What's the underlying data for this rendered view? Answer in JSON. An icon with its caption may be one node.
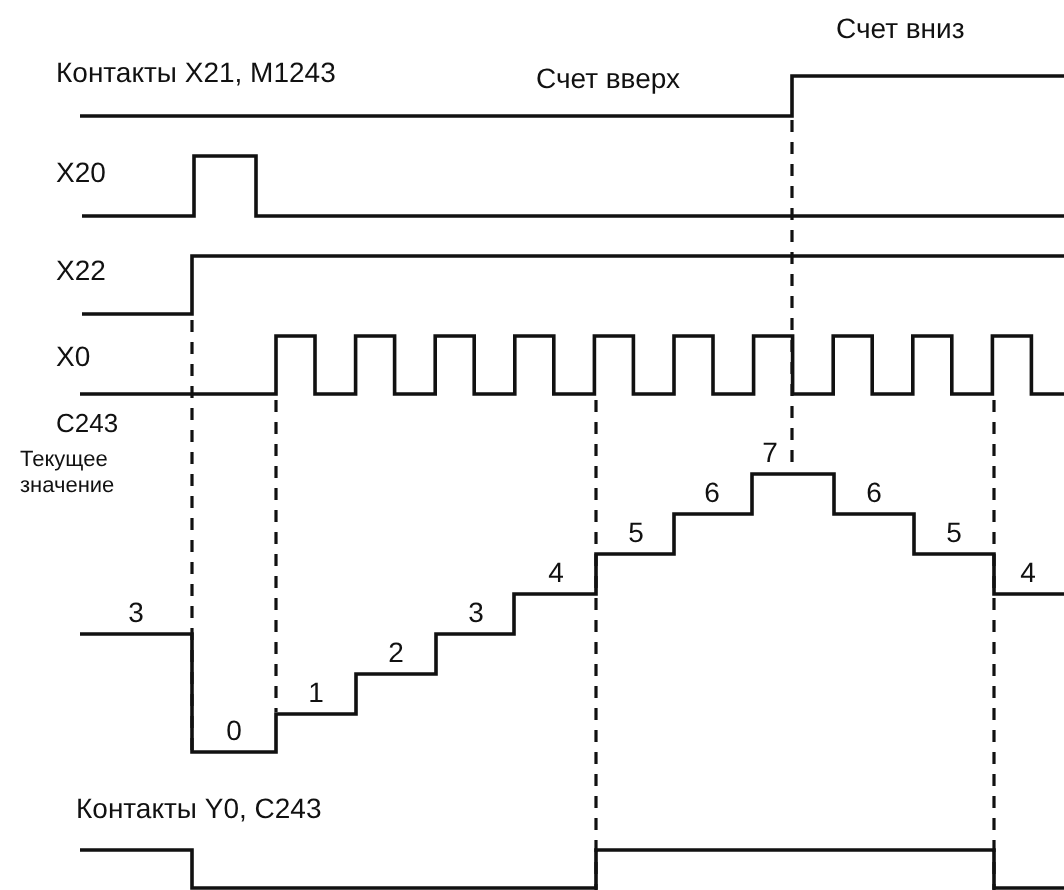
{
  "diagram": {
    "labels": [
      "Счет вниз",
      "Контакты X21, M1243",
      "Счет вверх",
      "X20",
      "X22",
      "X0",
      "C243",
      "Текущее значение",
      "3",
      "0",
      "1",
      "2",
      "3",
      "4",
      "5",
      "6",
      "7",
      "6",
      "5",
      "4",
      "Контакты Y0, C243"
    ]
  }
}
